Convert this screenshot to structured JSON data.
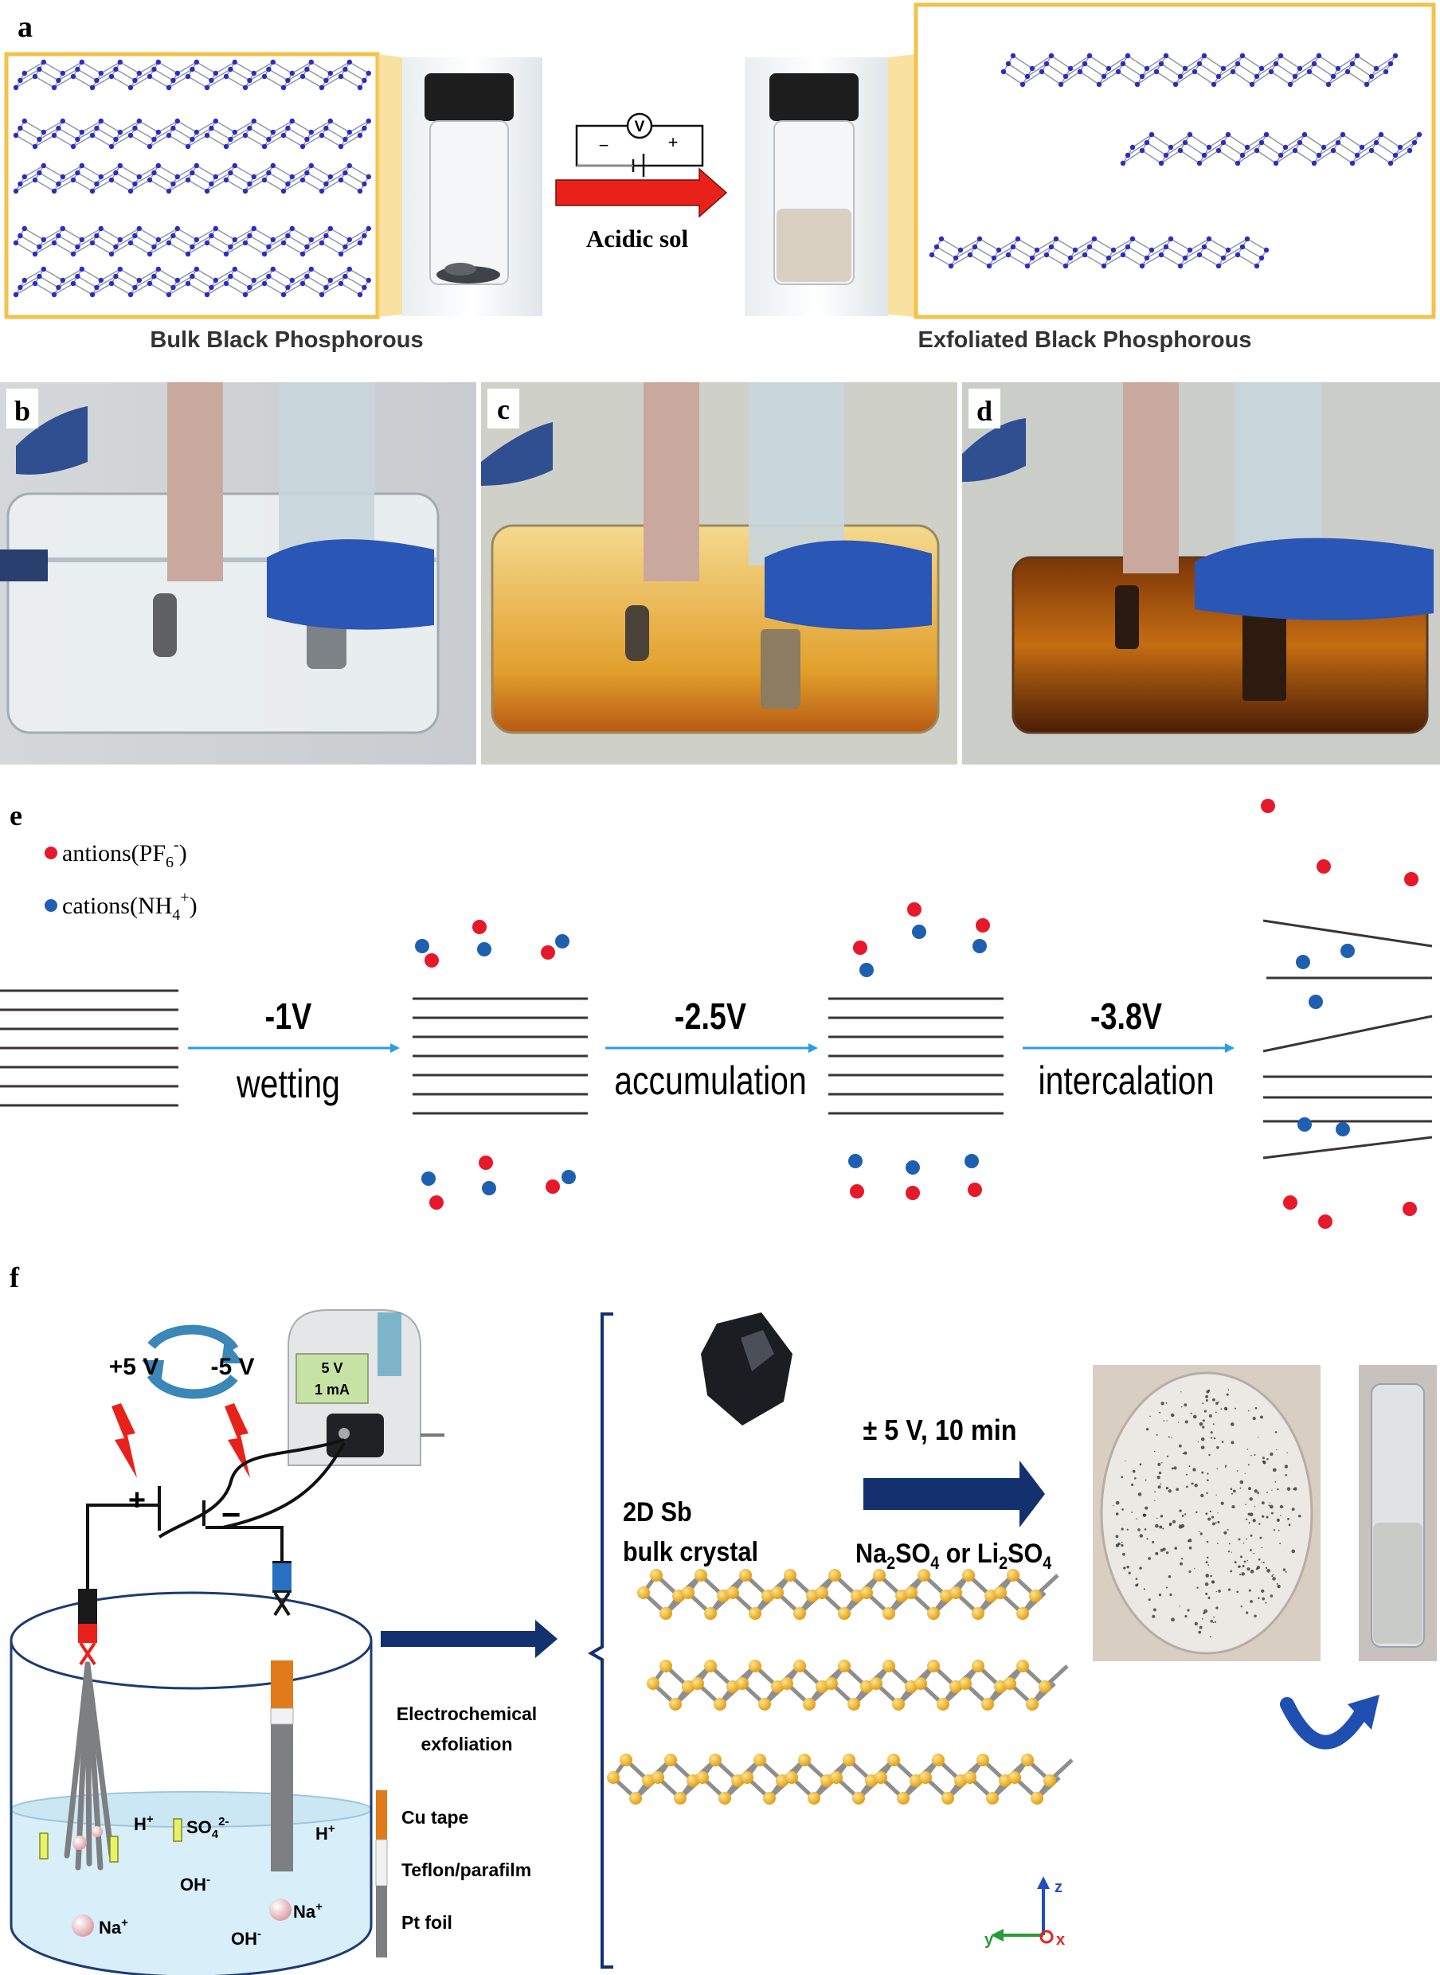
{
  "panels": {
    "a": {
      "label": "a",
      "bulk_caption": "Bulk Black Phosphorous",
      "exfoliated_caption": "Exfoliated  Black Phosphorous",
      "arrow_label": "Acidic sol",
      "meter_symbol": "V",
      "minus": "−",
      "plus": "+"
    },
    "b": {
      "label": "b"
    },
    "c": {
      "label": "c"
    },
    "d": {
      "label": "d"
    },
    "e": {
      "label": "e",
      "legend_anion": "antions(PF",
      "legend_anion_sub": "6",
      "legend_anion_sup": "-",
      "legend_anion_close": ")",
      "legend_cation": "cations(NH",
      "legend_cation_sub": "4",
      "legend_cation_sup": "+",
      "legend_cation_close": ")",
      "steps": [
        {
          "voltage": "-1V",
          "label": "wetting"
        },
        {
          "voltage": "-2.5V",
          "label": "accumulation"
        },
        {
          "voltage": "-3.8V",
          "label": "intercalation"
        }
      ]
    },
    "f": {
      "label": "f",
      "plus5": "+5 V",
      "minus5": "-5 V",
      "supply_line1": "5 V",
      "supply_line2": "1 mA",
      "plus_sign": "+",
      "minus_sign": "−",
      "process_line1": "Electrochemical",
      "process_line2": "exfoliation",
      "crystal_line1": "2D Sb",
      "crystal_line2": "bulk crystal",
      "condition": "± 5 V, 10 min",
      "electrolyte_a": "Na",
      "electrolyte_a_sub": "2",
      "electrolyte_a_tail": "SO",
      "electrolyte_a_sub2": "4",
      "electrolyte_or": " or Li",
      "electrolyte_b_sub": "2",
      "electrolyte_b_tail": "SO",
      "electrolyte_b_sub2": "4",
      "ion_h_left": "H",
      "ion_h_right": "H",
      "ion_so4": "SO",
      "ion_so4_sub": "4",
      "ion_so4_sup": "2-",
      "ion_oh_1": "OH",
      "ion_oh_2": "OH",
      "ion_na_left": "Na",
      "ion_na_right": "Na",
      "legend_cu": "Cu tape",
      "legend_teflon": "Teflon/parafilm",
      "legend_pt": "Pt foil",
      "axis_z": "z",
      "axis_y": "y",
      "axis_x": "x"
    }
  },
  "colors": {
    "yellow_frame": "#f2c24a",
    "red_arrow": "#e8211b",
    "blue_arrow": "#2d9de0",
    "navy_arrow": "#13306f",
    "anion": "#e5192a",
    "cation": "#1f5fb0",
    "water": "#d8eef8",
    "atom_bp": "#2c2bc6",
    "atom_sb": "#f2b420"
  }
}
